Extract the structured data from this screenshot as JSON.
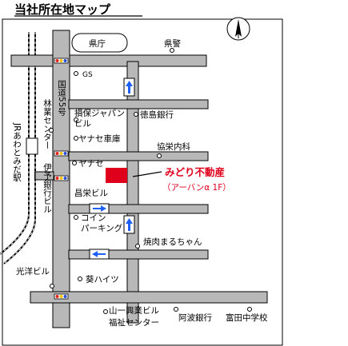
{
  "title": "当社所在地マップ",
  "colors": {
    "road": "#b8b8b8",
    "highlight": "#e0001b",
    "arrow": "#1e5ff5",
    "signal_red": "#e8221b",
    "signal_yellow": "#f2c400",
    "signal_blue": "#2b4fd8"
  },
  "labels": {
    "prefectural_office": "県庁",
    "prefectural_police": "県警",
    "gs": "GS",
    "route_55": "国道55号",
    "forestry_center": "林業センター",
    "jr_awa_tomioka_station": "JRあわとみだ駅",
    "iyo_bank_building": "伊予銀行ビル",
    "sompo_japan_building_1": "損保ジャパン",
    "sompo_japan_building_2": "ビル",
    "tokushima_bank": "徳島銀行",
    "yanase_garage": "ヤナセ車庫",
    "kyoko_clinic": "協栄内科",
    "yanase": "ヤナセ",
    "shoei_building": "昌栄ビル",
    "coin_parking_1": "コイン",
    "coin_parking_2": "パーキング",
    "yakiniku_marumaru": "焼肉まるちゃん",
    "koyo_building": "光洋ビル",
    "aoi_heights": "葵ハイツ",
    "yamaichi_kogyo_building": "山一興業ビル",
    "welfare_center": "福祉センター",
    "awa_bank": "阿波銀行",
    "tomita_junior_high": "富田中学校"
  },
  "destination": {
    "name": "みどり不動産",
    "building": "（アーバンα 1F）"
  },
  "icons": [
    "compass-north-icon",
    "traffic-signal-icon",
    "one-way-arrow-icon",
    "destination-marker-icon"
  ]
}
